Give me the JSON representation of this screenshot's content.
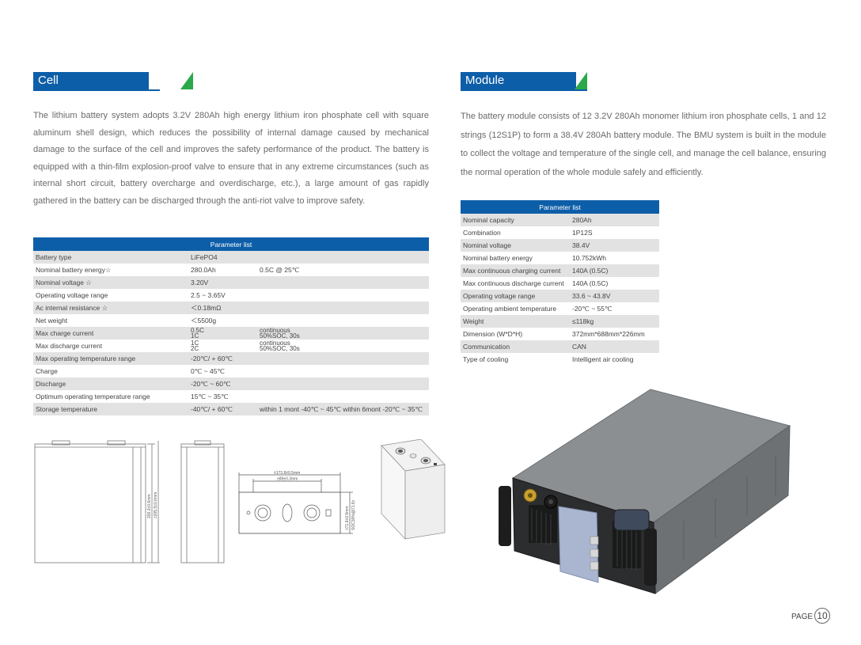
{
  "cell": {
    "title": "Cell",
    "description": "The lithium battery system adopts 3.2V 280Ah high energy lithium iron phosphate cell with square aluminum shell design, which reduces the possibility of internal damage caused by mechanical damage to the surface of the cell and improves the safety performance of the product. The battery is equipped with a thin-film explosion-proof valve to ensure that in any extreme circumstances (such as internal short circuit, battery overcharge and overdischarge, etc.), a large amount of gas rapidly gathered in the battery can be discharged through the anti-riot valve to improve safety.",
    "table_header": "Parameter list",
    "rows": [
      {
        "name": "Battery type",
        "value": "LiFePO4",
        "note": ""
      },
      {
        "name": "Nominal battery energy☆",
        "value": "280.0Ah",
        "note": "0.5C @ 25℃"
      },
      {
        "name": "Nominal voltage ☆",
        "value": "3.20V",
        "note": ""
      },
      {
        "name": "Operating voltage range",
        "value": "2.5 ~ 3.65V",
        "note": ""
      },
      {
        "name": "Ac internal resistance ☆",
        "value": "＜0.18mΩ",
        "note": ""
      },
      {
        "name": "Net weight",
        "value": "＜5500g",
        "note": ""
      },
      {
        "name": "Max charge current",
        "value": "0.5C",
        "value2": "1C",
        "note": "continuous",
        "note2": "50%SOC, 30s"
      },
      {
        "name": "Max discharge current",
        "value": "1C",
        "value2": "2C",
        "note": "continuous",
        "note2": "50%SOC, 30s"
      },
      {
        "name": "Max operating temperature range",
        "value": "-20℃/ + 60℃",
        "note": ""
      },
      {
        "name": "Charge",
        "value": "0℃ ~ 45℃",
        "note": ""
      },
      {
        "name": "Discharge",
        "value": "-20℃ ~ 60℃",
        "note": ""
      },
      {
        "name": "Optimum operating temperature range",
        "value": "15℃ ~ 35℃",
        "note": ""
      },
      {
        "name": "Storage temperature",
        "value": "-40℃/ + 60℃",
        "note": "within 1 mont -40℃ ~ 45℃ within 6mont -20℃ ~ 35℃"
      }
    ],
    "dimensions": {
      "height1": "200.2±0.6mm",
      "height2": "±205.5±0.6mm",
      "top1": "±173.8±0.5mm",
      "top2": "±89±0.3mm",
      "side1": "±71.6±0.5mm",
      "side2": "SOC30%@71.6±"
    }
  },
  "module": {
    "title": "Module",
    "description": "The battery module consists of 12 3.2V 280Ah monomer lithium iron phosphate cells, 1 and 12 strings (12S1P) to form a 38.4V 280Ah battery module. The BMU system is built in the module to collect the voltage and temperature of the single cell, and manage the cell balance, ensuring the normal operation of the whole module safely and efficiently.",
    "table_header": "Parameter list",
    "rows": [
      {
        "name": "Nominal capacity",
        "value": "280Ah"
      },
      {
        "name": "Combination",
        "value": "1P12S"
      },
      {
        "name": "Nominal voltage",
        "value": "38.4V"
      },
      {
        "name": "Nominal battery energy",
        "value": "10.752kWh"
      },
      {
        "name": "Max continuous charging current",
        "value": "140A (0.5C)"
      },
      {
        "name": "Max continuous discharge current",
        "value": "140A (0.5C)"
      },
      {
        "name": "Operating voltage range",
        "value": "33.6 ~ 43.8V"
      },
      {
        "name": "Operating ambient temperature",
        "value": "-20℃ ~ 55℃"
      },
      {
        "name": "Weight",
        "value": "≤118kg"
      },
      {
        "name": "Dimension (W*D*H)",
        "value": "372mm*688mm*226mm"
      },
      {
        "name": "Communication",
        "value": "CAN"
      },
      {
        "name": "Type of cooling",
        "value": "Intelligent air cooling"
      }
    ]
  },
  "footer": {
    "page_label": "PAGE",
    "page_number": "10"
  },
  "colors": {
    "accent_blue": "#0d5ea8",
    "accent_green": "#2aa84a",
    "row_gray": "#e2e2e2"
  }
}
